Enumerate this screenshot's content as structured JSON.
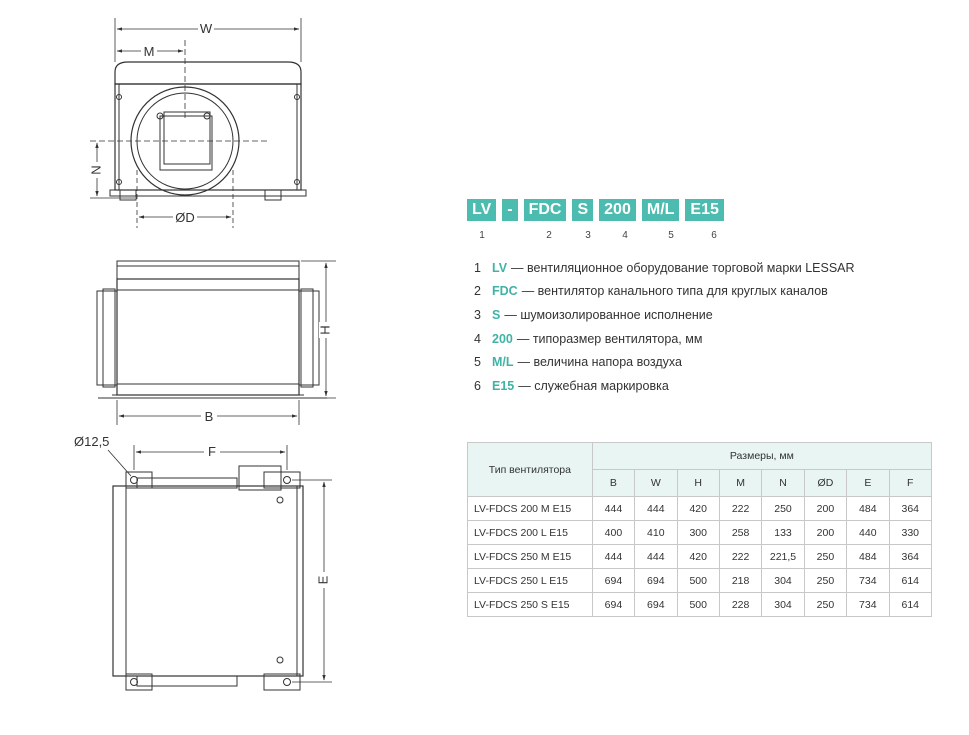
{
  "drawing_labels": {
    "w": "W",
    "m": "M",
    "n": "N",
    "od": "ØD",
    "h": "H",
    "b": "B",
    "hole": "Ø12,5",
    "f": "F",
    "e": "E"
  },
  "code": {
    "parts": [
      "LV",
      "-",
      "FDC",
      "S",
      "200",
      "M/L",
      "E15"
    ],
    "numbers": [
      "1",
      "2",
      "3",
      "4",
      "5",
      "6"
    ]
  },
  "legend": [
    {
      "num": "1",
      "code": "LV",
      "text": "— вентиляционное оборудование торговой марки LESSAR"
    },
    {
      "num": "2",
      "code": "FDC",
      "text": "— вентилятор канального типа для круглых каналов"
    },
    {
      "num": "3",
      "code": "S",
      "text": "— шумоизолированное исполнение"
    },
    {
      "num": "4",
      "code": "200",
      "text": "— типоразмер вентилятора, мм"
    },
    {
      "num": "5",
      "code": "M/L",
      "text": "— величина напора воздуха"
    },
    {
      "num": "6",
      "code": "E15",
      "text": "— служебная маркировка"
    }
  ],
  "table": {
    "type_header": "Тип вентилятора",
    "dims_header": "Размеры, мм",
    "columns": [
      "B",
      "W",
      "H",
      "M",
      "N",
      "ØD",
      "E",
      "F"
    ],
    "rows": [
      {
        "name": "LV-FDCS 200 M E15",
        "values": [
          "444",
          "444",
          "420",
          "222",
          "250",
          "200",
          "484",
          "364"
        ]
      },
      {
        "name": "LV-FDCS 200 L E15",
        "values": [
          "400",
          "410",
          "300",
          "258",
          "133",
          "200",
          "440",
          "330"
        ]
      },
      {
        "name": "LV-FDCS 250 M E15",
        "values": [
          "444",
          "444",
          "420",
          "222",
          "221,5",
          "250",
          "484",
          "364"
        ]
      },
      {
        "name": "LV-FDCS 250 L E15",
        "values": [
          "694",
          "694",
          "500",
          "218",
          "304",
          "250",
          "734",
          "614"
        ]
      },
      {
        "name": "LV-FDCS 250 S E15",
        "values": [
          "694",
          "694",
          "500",
          "228",
          "304",
          "250",
          "734",
          "614"
        ]
      }
    ]
  }
}
